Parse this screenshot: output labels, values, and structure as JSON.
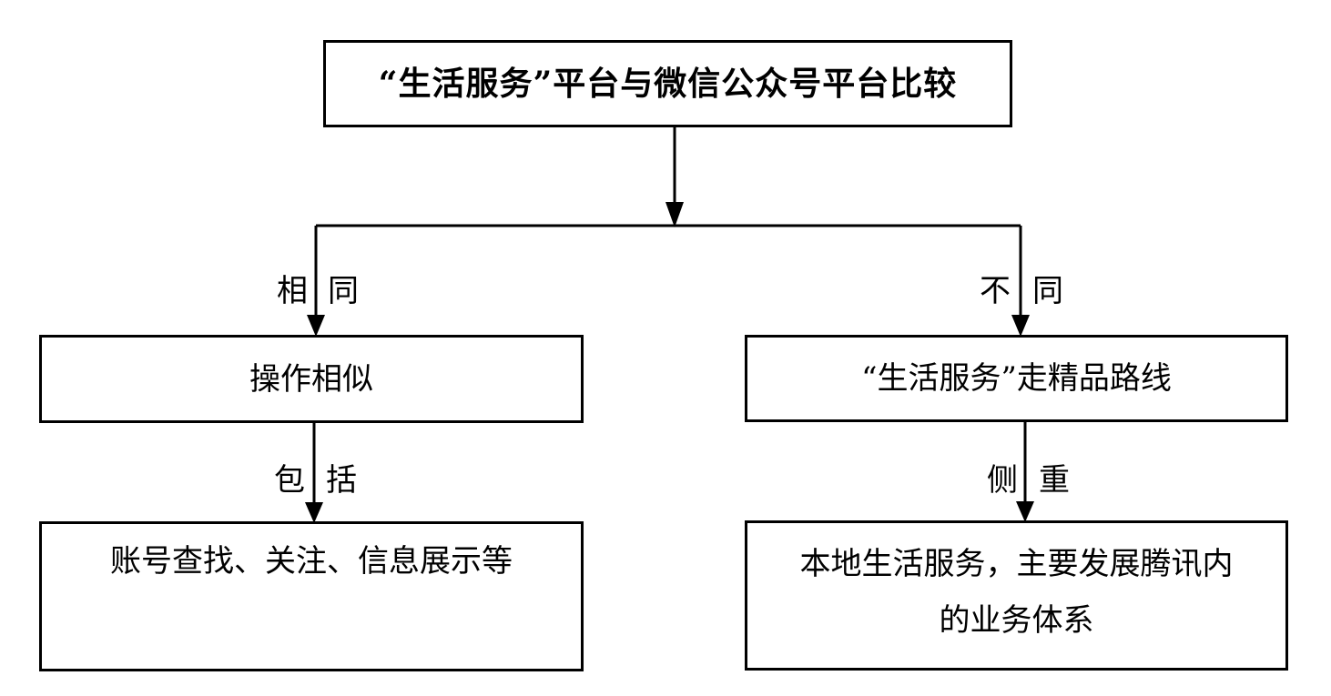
{
  "root": {
    "text": "“生活服务”平台与微信公众号平台比较"
  },
  "left_branch": {
    "edge_label_1": "相",
    "edge_label_2": "同",
    "box1": "操作相似",
    "sub_label_1": "包",
    "sub_label_2": "括",
    "box2": "账号查找、关注、信息展示等"
  },
  "right_branch": {
    "edge_label_1": "不",
    "edge_label_2": "同",
    "box1": "“生活服务”走精品路线",
    "sub_label_1": "侧",
    "sub_label_2": "重",
    "box2_line1": "本地生活服务，主要发展腾讯内",
    "box2_line2": "的业务体系"
  }
}
